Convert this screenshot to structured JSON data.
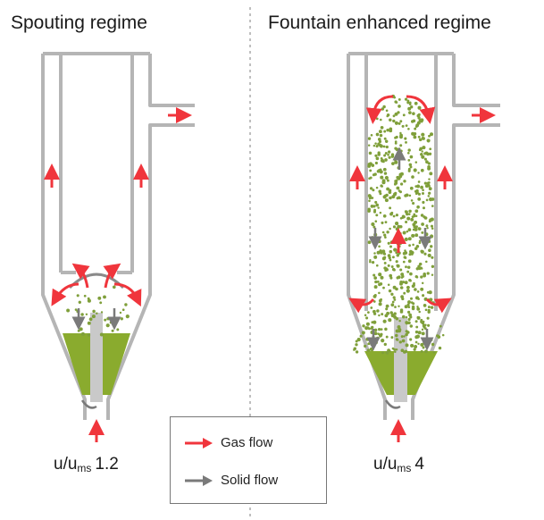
{
  "titles": {
    "left": "Spouting regime",
    "right": "Fountain enhanced regime"
  },
  "conditions": {
    "left": {
      "base": "u/u",
      "sub": "ms",
      "value": "1.2"
    },
    "right": {
      "base": "u/u",
      "sub": "ms",
      "value": "4"
    }
  },
  "legend": {
    "gas_label": "Gas flow",
    "solid_label": "Solid flow"
  },
  "colors": {
    "gas_flow": "#f0353c",
    "solid_flow": "#7a7a7a",
    "particles": "#7f9f3a",
    "packed_bed": "#8aab2e",
    "wall": "#b5b5b5",
    "divider": "#aaaaaa"
  },
  "icons": [
    "gas-flow-arrow-icon",
    "solid-flow-arrow-icon"
  ]
}
